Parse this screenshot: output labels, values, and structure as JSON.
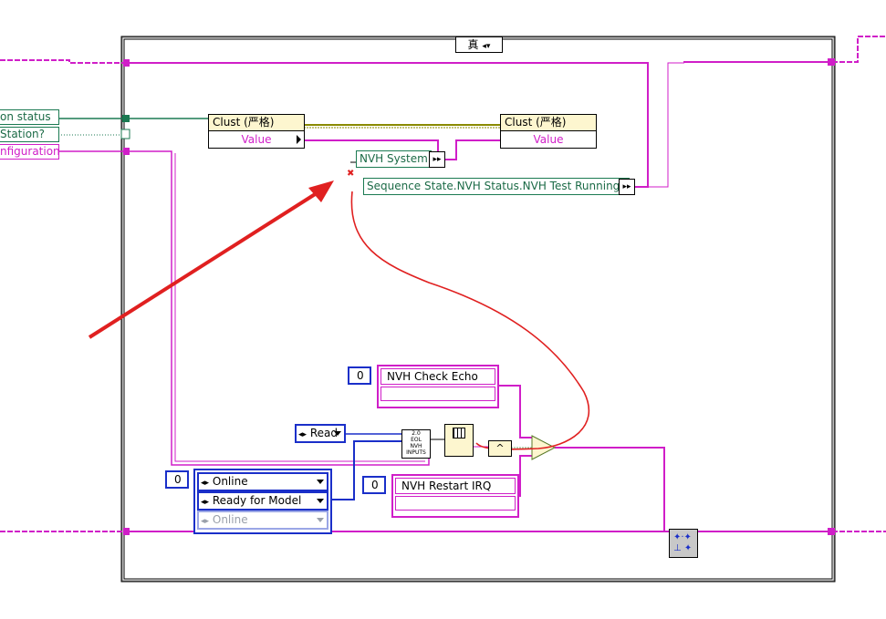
{
  "case_structure": {
    "selector_value": "真"
  },
  "left_terminals": [
    {
      "text": "on status",
      "color": "#1b6a46"
    },
    {
      "text": "Station?",
      "color": "#1b6a46"
    },
    {
      "text": "nfiguration",
      "color": "#d01ec8"
    }
  ],
  "clusters": [
    {
      "header": "Clust (严格)",
      "row": "Value"
    },
    {
      "header": "Clust (严格)",
      "row": "Value"
    }
  ],
  "unbundle": {
    "nvh_system": "NVH System",
    "sequence_state": "Sequence State.NVH Status.NVH Test Running?"
  },
  "commands": [
    {
      "index": "0",
      "label": "NVH Check Echo"
    },
    {
      "index": "0",
      "label": "NVH Restart IRQ"
    }
  ],
  "read_ring": {
    "value": "Read"
  },
  "subvi": {
    "line1": "2.0",
    "line2": "EOL",
    "line3": "NVH",
    "line4": "INPUTS"
  },
  "mode_array": {
    "index": "0",
    "items": [
      "Online",
      "Ready for Model",
      "Online"
    ]
  },
  "compare_node": {
    "symbol": "^"
  },
  "colors": {
    "pink_wire": "#d01ec8",
    "green_wire": "#1b7a52",
    "blue_wire": "#1a2fc9",
    "annotation": "#e02020"
  }
}
